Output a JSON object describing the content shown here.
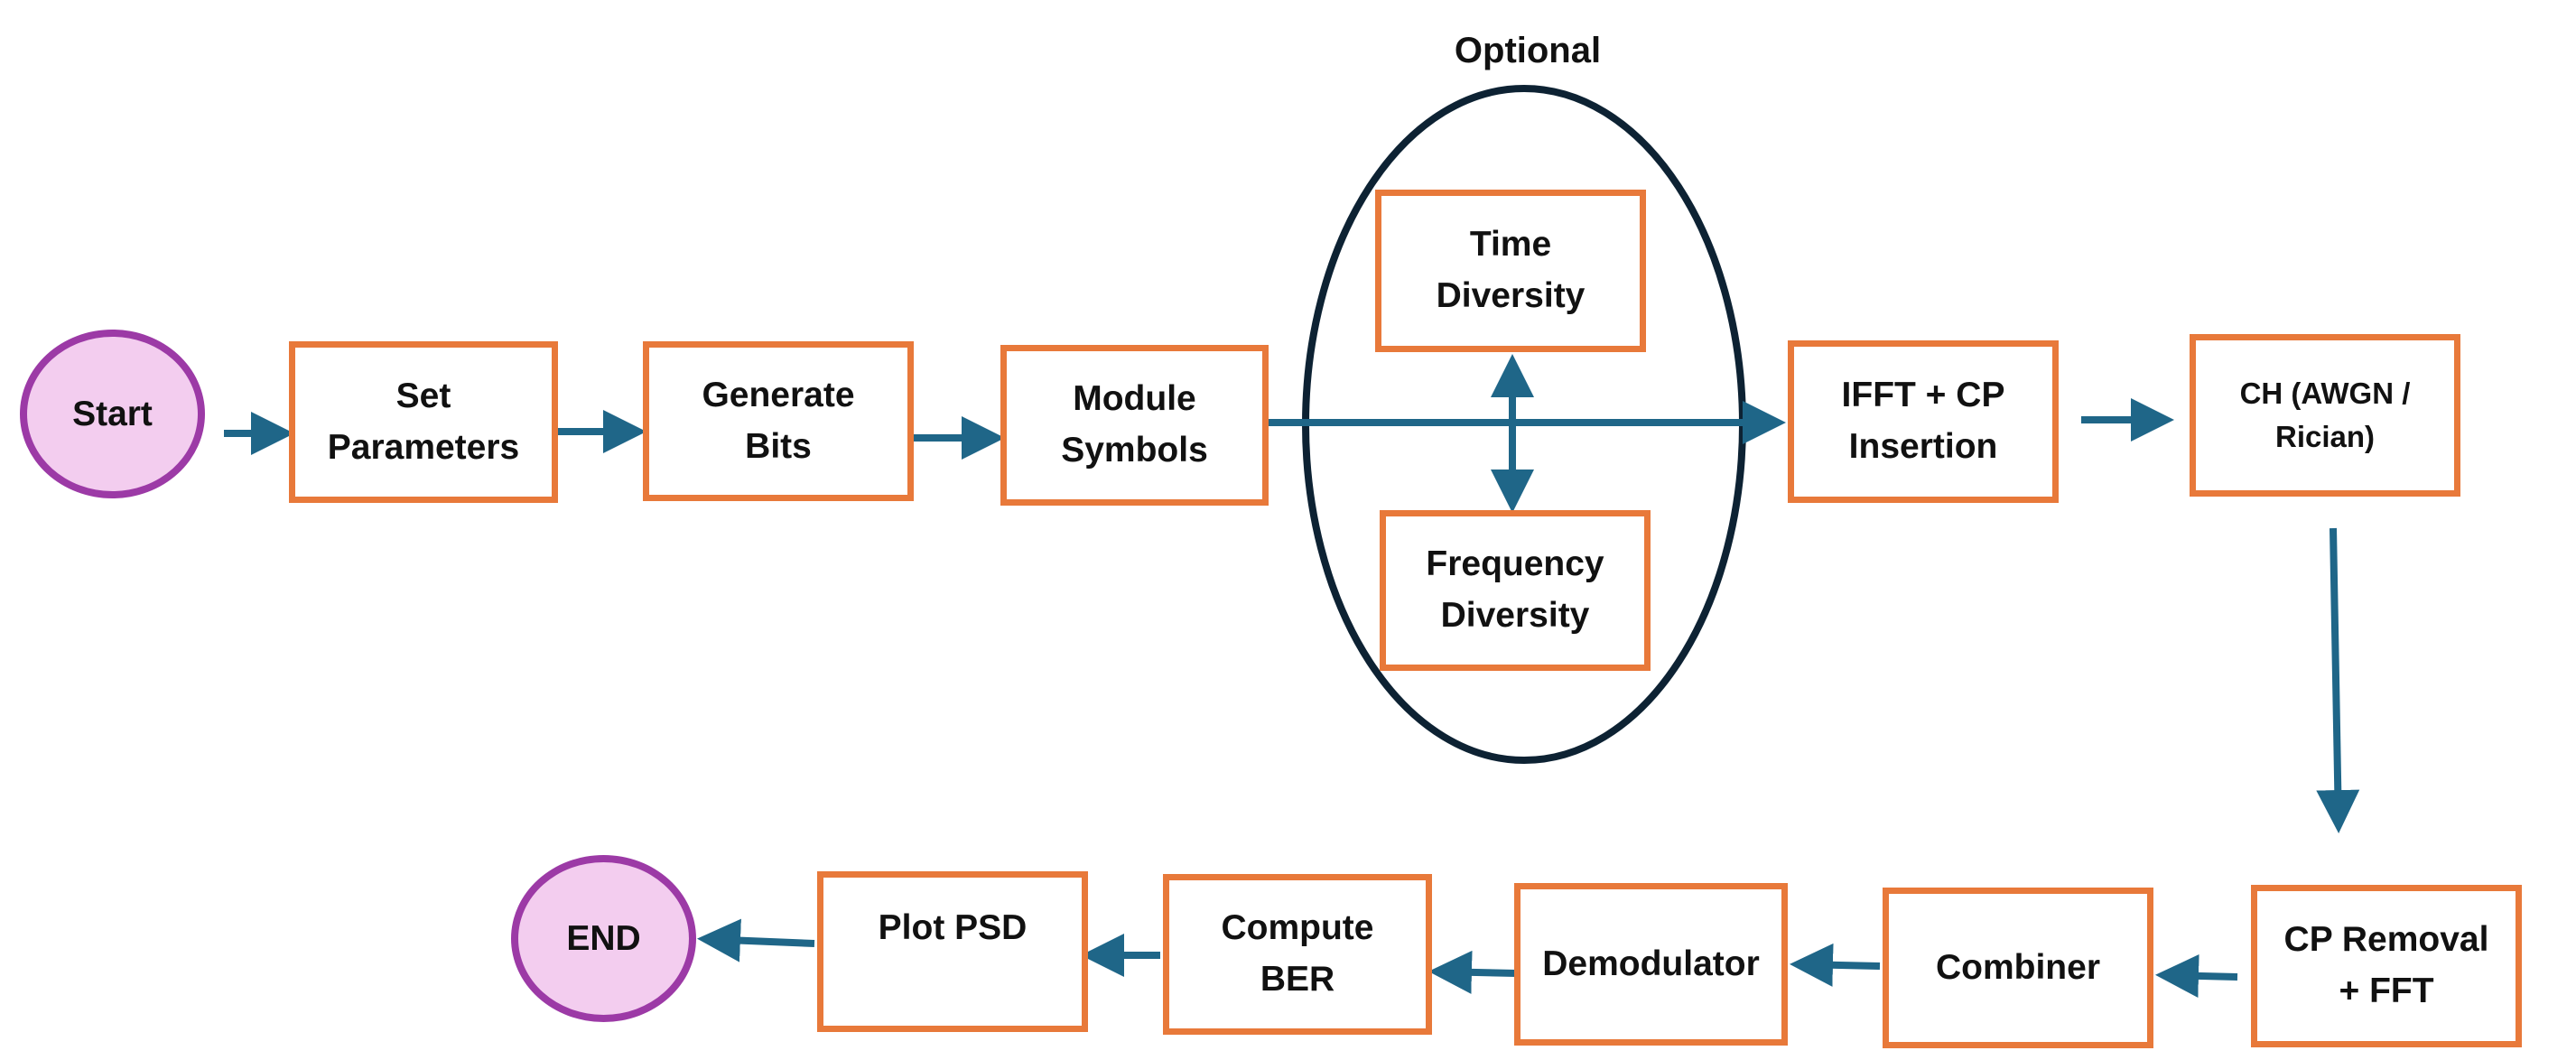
{
  "diagram": {
    "optional_label": "Optional",
    "terminals": {
      "start": "Start",
      "end": "END"
    },
    "nodes": {
      "set_parameters": [
        "Set",
        "Parameters"
      ],
      "generate_bits": [
        "Generate",
        "Bits"
      ],
      "module_symbols": [
        "Module",
        "Symbols"
      ],
      "time_diversity": [
        "Time",
        "Diversity"
      ],
      "frequency_diversity": [
        "Frequency",
        "Diversity"
      ],
      "ifft_cp": [
        "IFFT + CP",
        "Insertion"
      ],
      "channel": [
        "CH (AWGN /",
        "Rician)"
      ],
      "cp_removal": [
        "CP Removal",
        "+ FFT"
      ],
      "combiner": [
        "Combiner"
      ],
      "demodulator": [
        "Demodulator"
      ],
      "compute_ber": [
        "Compute",
        "BER"
      ],
      "plot_psd": [
        "Plot PSD"
      ]
    },
    "colors": {
      "box_border": "#e8793a",
      "terminal_border": "#9c3aa6",
      "terminal_fill": "#f3cdef",
      "arrow": "#1f6688",
      "ellipse": "#0d2233"
    }
  }
}
